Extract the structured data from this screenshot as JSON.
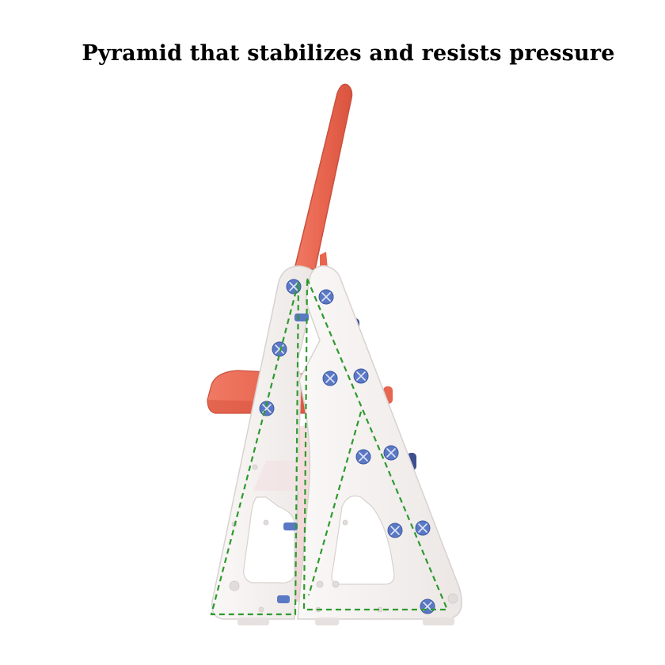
{
  "caption": "Pyramid that stabilizes and resists pressure",
  "colors": {
    "frame": "#f3f0ef",
    "frame_edge": "#d8d2d0",
    "accent_orange": "#e8654f",
    "screw_blue": "#5b78c4",
    "outline_green": "#2e9a2e"
  },
  "illustration": {
    "subject": "folding step stool side view",
    "parts": [
      "backrest",
      "seat",
      "a-frame",
      "screws",
      "stability-outline"
    ]
  }
}
